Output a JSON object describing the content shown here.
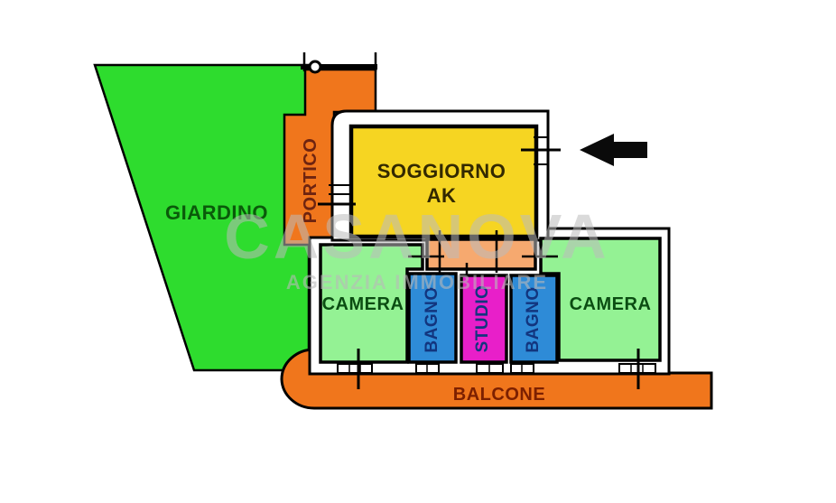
{
  "watermark": {
    "line1": "CASANOVA",
    "line2": "AGENZIA IMMOBILIARE"
  },
  "rooms": {
    "giardino": {
      "label": "GIARDINO",
      "color": "#2edc2e"
    },
    "portico": {
      "label": "PORTICO",
      "color": "#f0761c"
    },
    "soggiorno": {
      "label": "SOGGIORNO",
      "sublabel": "AK",
      "color": "#f6d522"
    },
    "camera_left": {
      "label": "CAMERA",
      "color": "#94f294"
    },
    "bagno_left": {
      "label": "BAGNO",
      "color": "#2e8bd7"
    },
    "studio": {
      "label": "STUDIO",
      "color": "#e81fc9"
    },
    "bagno_right": {
      "label": "BAGNO",
      "color": "#2e8bd7"
    },
    "camera_right": {
      "label": "CAMERA",
      "color": "#94f294"
    },
    "balcone": {
      "label": "BALCONE",
      "color": "#f0761c"
    },
    "disimpegno": {
      "color": "#f6a96f"
    }
  },
  "icons": {
    "entrance_arrow": "arrow-left",
    "gate_post": "circle"
  },
  "wall_color": "#000000"
}
